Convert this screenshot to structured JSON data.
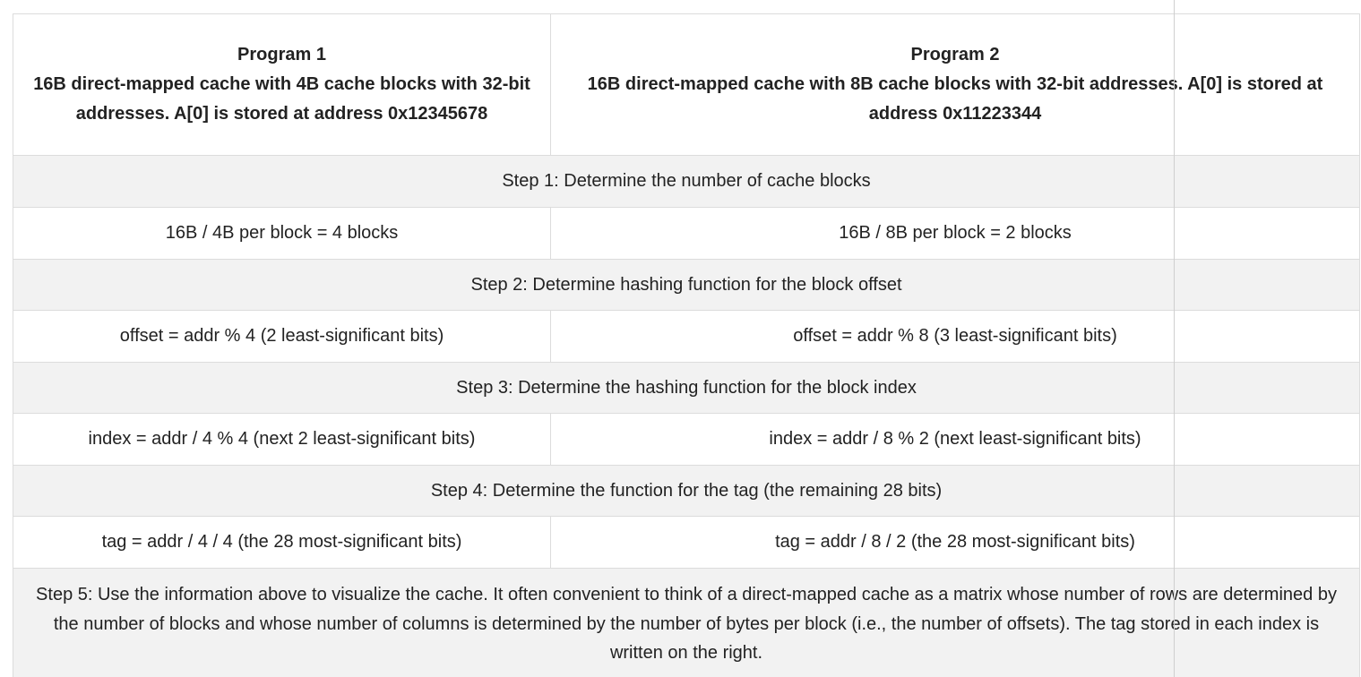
{
  "table": {
    "program1": {
      "title": "Program 1",
      "description": "16B direct-mapped cache with 4B cache blocks with 32-bit addresses. A[0] is stored at address 0x12345678"
    },
    "program2": {
      "title": "Program 2",
      "description": "16B direct-mapped cache with 8B cache blocks with 32-bit addresses. A[0] is stored at address 0x11223344"
    },
    "rows": [
      {
        "step": "Step 1: Determine the number of cache blocks",
        "p1": "16B / 4B per block = 4 blocks",
        "p2": "16B / 8B per block = 2 blocks"
      },
      {
        "step": "Step 2: Determine hashing function for the block offset",
        "p1": "offset = addr % 4 (2 least-significant bits)",
        "p2": "offset = addr % 8 (3 least-significant bits)"
      },
      {
        "step": "Step 3: Determine the hashing function for the block index",
        "p1": "index = addr / 4 % 4 (next 2 least-significant bits)",
        "p2": "index = addr / 8 % 2 (next least-significant bits)"
      },
      {
        "step": "Step 4: Determine the function for the tag (the remaining 28 bits)",
        "p1": "tag = addr / 4 / 4 (the 28 most-significant bits)",
        "p2": "tag = addr / 8 / 2 (the 28 most-significant bits)"
      }
    ],
    "step5": "Step 5: Use the information above to visualize the cache. It often convenient to think of a direct-mapped cache as a matrix whose number of rows are determined by the number of blocks and whose number of columns is determined by the number of bytes per block (i.e., the number of offsets). The tag stored in each index is written on the right."
  }
}
